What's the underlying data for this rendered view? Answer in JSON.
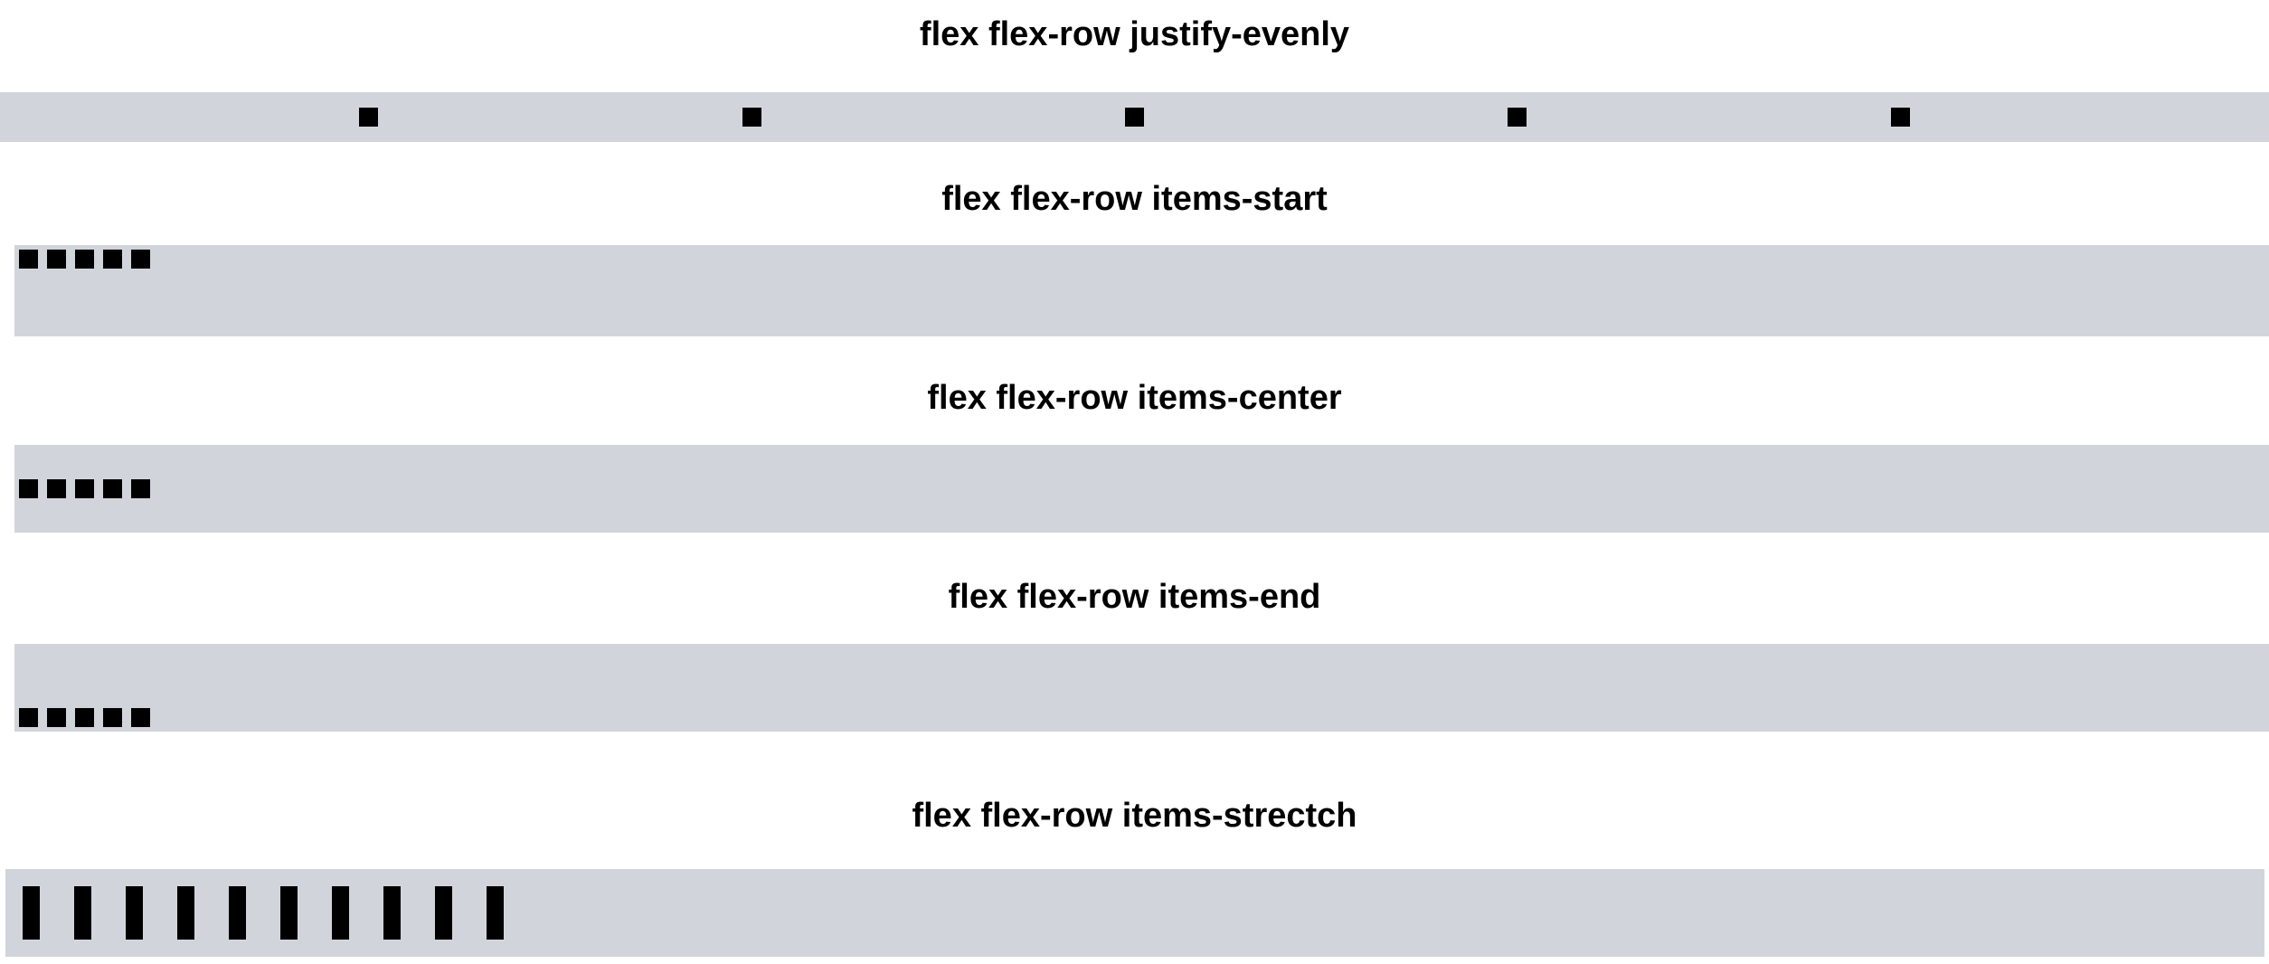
{
  "page": {
    "background": "#ffffff",
    "container_color": "#d1d5db",
    "item_color": "#000000"
  },
  "sections": [
    {
      "title": "flex flex-row justify-evenly",
      "variant": "justify-evenly",
      "item_count": 5
    },
    {
      "title": "flex flex-row items-start",
      "variant": "items-start",
      "item_count": 5
    },
    {
      "title": "flex flex-row items-center",
      "variant": "items-center",
      "item_count": 5
    },
    {
      "title": "flex flex-row items-end",
      "variant": "items-end",
      "item_count": 5
    },
    {
      "title": "flex flex-row items-strectch",
      "variant": "items-stretch",
      "item_count": 10
    }
  ]
}
